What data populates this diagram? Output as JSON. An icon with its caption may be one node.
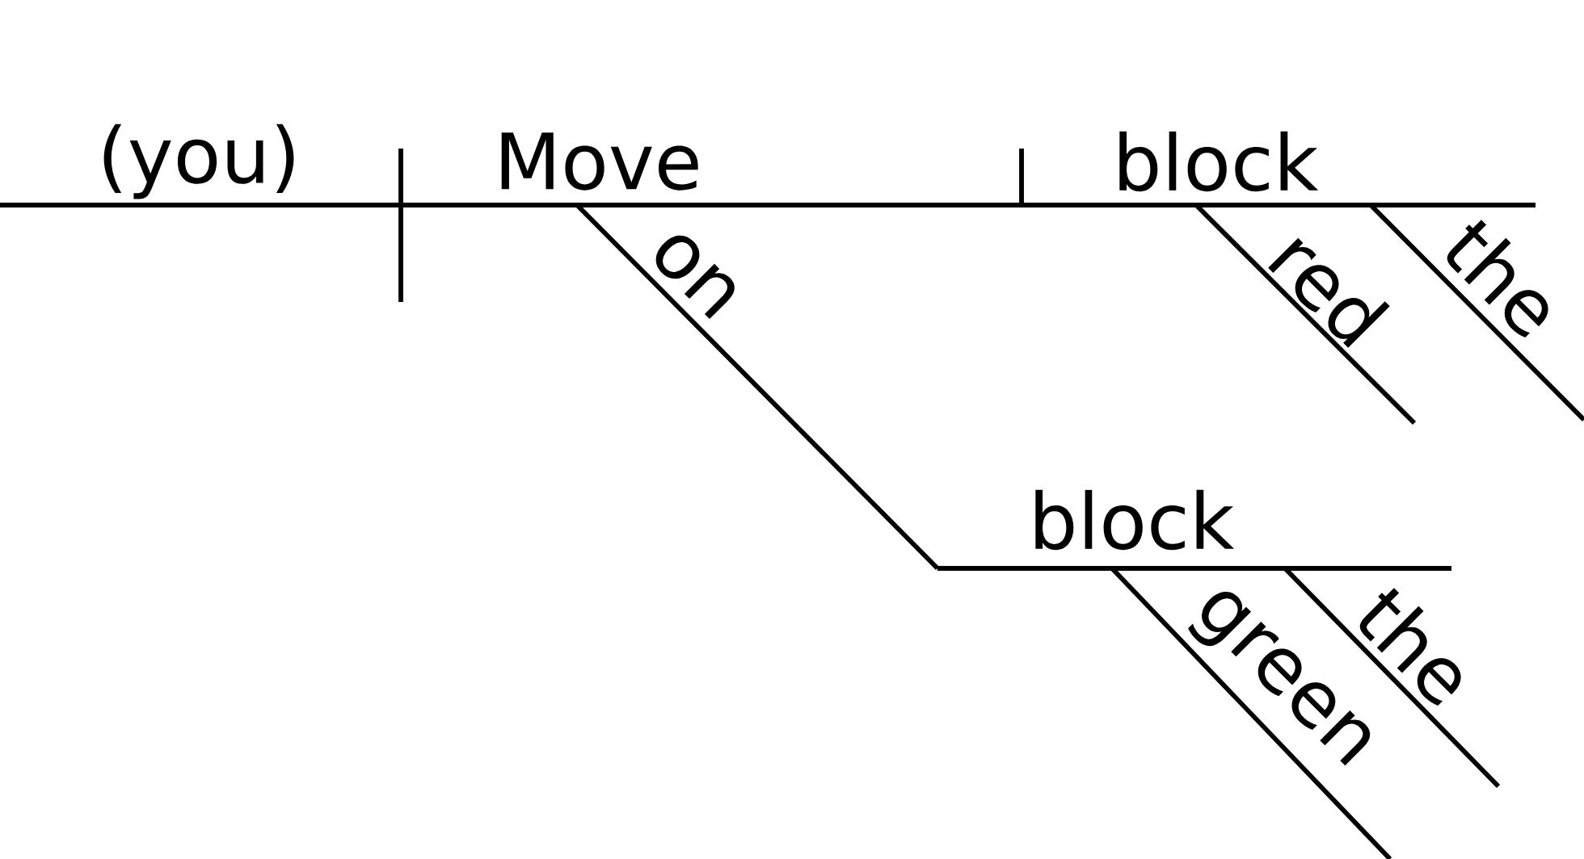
{
  "diagram": {
    "labels": [
      "(you)",
      "Move",
      "block",
      "on",
      "red",
      "the",
      "block",
      "green",
      "the"
    ]
  }
}
